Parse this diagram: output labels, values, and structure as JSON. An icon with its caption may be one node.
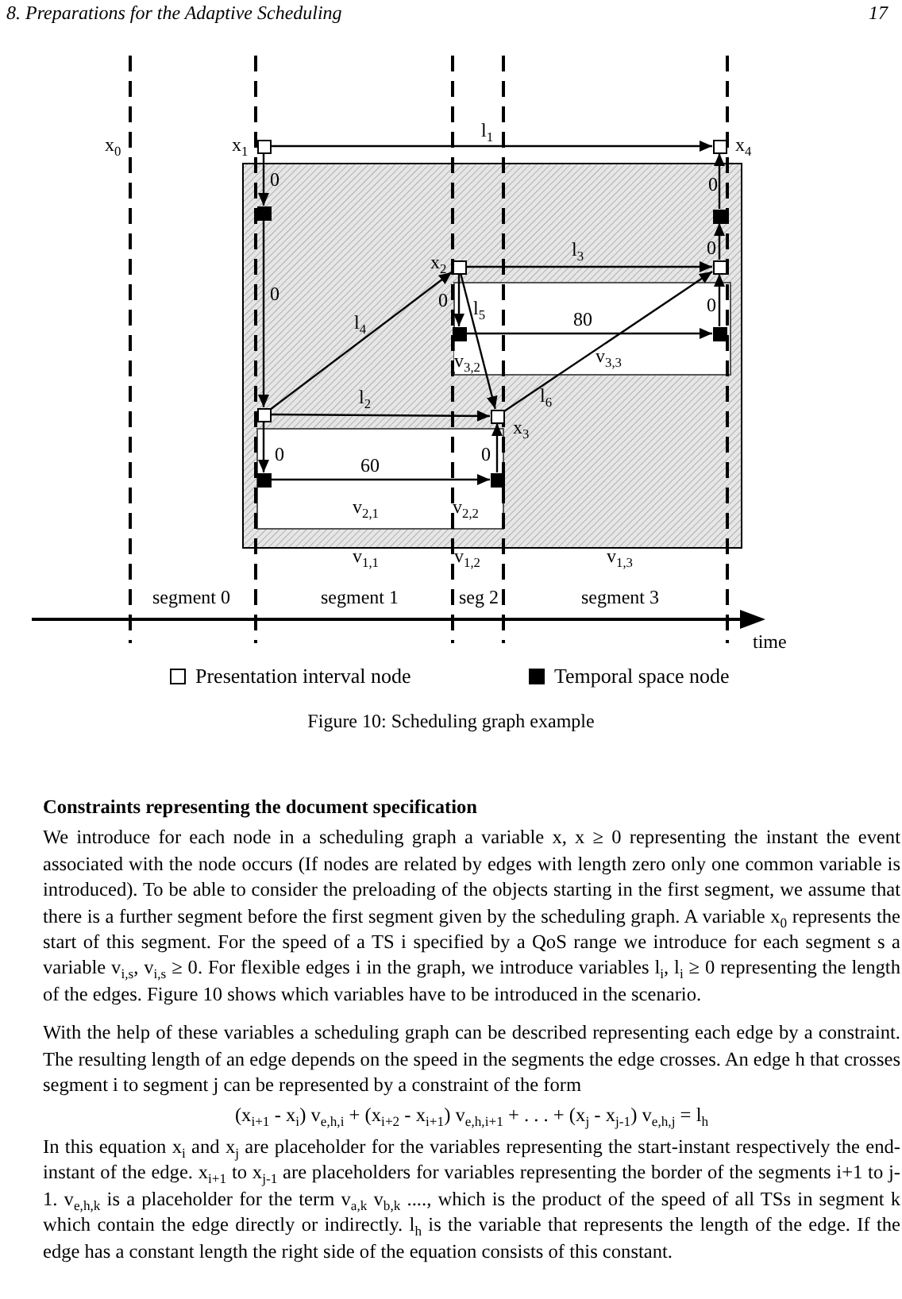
{
  "diagram": {
    "caption": "Figure 10: Scheduling graph example",
    "nodes": [
      {
        "text": [],
        "shape": "box",
        "beside": [
          "x$_{1}$"
        ]
      },
      {
        "text": [],
        "shape": "box",
        "beside": [
          "x$_{4}$"
        ]
      },
      {
        "text": [],
        "shape": "box"
      },
      {
        "text": [],
        "shape": "box"
      },
      {
        "text": [],
        "shape": "box",
        "beside": [
          "x$_{2}$"
        ]
      },
      {
        "text": [],
        "shape": "box"
      },
      {
        "text": [],
        "shape": "box"
      },
      {
        "text": [],
        "shape": "box"
      },
      {
        "text": [],
        "shape": "box"
      },
      {
        "text": [],
        "shape": "box",
        "beside": [
          "x$_{3}$"
        ]
      },
      {
        "text": [],
        "shape": "box"
      },
      {
        "text": [],
        "shape": "box"
      }
    ],
    "edges": [
      {
        "from": 0,
        "to": 1,
        "arrow": "to",
        "label": "l$_{1}$"
      },
      {
        "from": 0,
        "to": 2,
        "arrow": "to",
        "label": "0"
      },
      {
        "from": 2,
        "to": 8,
        "arrow": "to",
        "label": "0"
      },
      {
        "from": 8,
        "to": 4,
        "arrow": "to",
        "label": "l$_{4}$"
      },
      {
        "from": 8,
        "to": 9,
        "arrow": "to",
        "label": "l$_{2}$"
      },
      {
        "from": 8,
        "to": 10,
        "arrow": "to",
        "label": "0"
      },
      {
        "from": 10,
        "to": 11,
        "arrow": "to",
        "label": "60"
      },
      {
        "from": 11,
        "to": 9,
        "arrow": "to",
        "label": "0"
      },
      {
        "from": 4,
        "to": 5,
        "arrow": "to",
        "label": "l$_{3}$"
      },
      {
        "from": 4,
        "to": 6,
        "arrow": "to",
        "label": "0"
      },
      {
        "from": 4,
        "to": 9,
        "arrow": "to",
        "label": "l$_{5}$"
      },
      {
        "from": 6,
        "to": 7,
        "arrow": "to",
        "label": "80"
      },
      {
        "from": 7,
        "to": 5,
        "arrow": "to",
        "label": "0"
      },
      {
        "from": 9,
        "to": 5,
        "arrow": "to",
        "label": "l$_{6}$"
      },
      {
        "from": 5,
        "to": 3,
        "arrow": "to",
        "label": "0"
      },
      {
        "from": 3,
        "to": 1,
        "arrow": "to",
        "label": "0"
      }
    ],
    "labels": [
      "8.  Preparations for the Adaptive Scheduling",
      "17",
      "x$_{0}$",
      "v$_{3,2}$",
      "v$_{3,3}$",
      "v$_{2,1}$",
      "v$_{2,2}$",
      "v$_{1,1}$",
      "v$_{1,2}$",
      "v$_{1,3}$",
      "segment 0",
      "segment 1",
      "seg 2",
      "segment 3",
      "time",
      "Constraints representing the document specification",
      "We introduce for each node in a scheduling graph a variable x, x ≥ 0 representing the instant the event associated with the node occurs (If nodes are related by edges with length zero only one common variable is introduced). To be able to consider the preloading of the objects starting in the first segment, we assume that there is a further segment before the first segment given by the scheduling graph. A variable x$_{0}$ represents the start of this segment. For the speed of a TS i specified by a QoS range we introduce for each segment s a variable v$_{i,s}$, v$_{i,s}$ ≥ 0. For flexible edges i in the graph, we introduce variables l$_{i}$, l$_{i}$ ≥ 0 representing the length of the edges. Figure 10 shows which variables have to be introduced in the scenario.",
      "With the help of these variables a scheduling graph can be described representing each edge by a constraint. The resulting length of an edge depends on the speed in the segments the edge crosses. An edge h that crosses segment i to segment j can be represented by a constraint of the form",
      "(x$_{i+1}$ - x$_{i}$) v$_{e,h,i}$ + (x$_{i+2}$ - x$_{i+1}$) v$_{e,h,i+1}$ + . . .  + (x$_{j}$ - x$_{j-1}$) v$_{e,h,j}$ = l$_{h}$",
      "In this equation x$_{i}$ and x$_{j}$ are placeholder for the variables representing the start-instant respectively the end-instant of the edge. x$_{i+1}$ to x$_{j-1}$ are placeholders for variables representing the border of the segments i+1 to j-1. v$_{e,h,k}$ is a placeholder for the term v$_{a,k}$ v$_{b,k}$ ...., which is the product of the speed of all TSs in segment k which contain the edge directly or indirectly. l$_{h}$ is the variable that represents the length of the edge. If the edge has a constant length the right side of the equation consists of this constant."
    ],
    "legend": [
      {
        "text": "Presentation interval node",
        "color": "#ffffff"
      },
      {
        "text": "Temporal space node",
        "color": "#000000"
      }
    ]
  }
}
